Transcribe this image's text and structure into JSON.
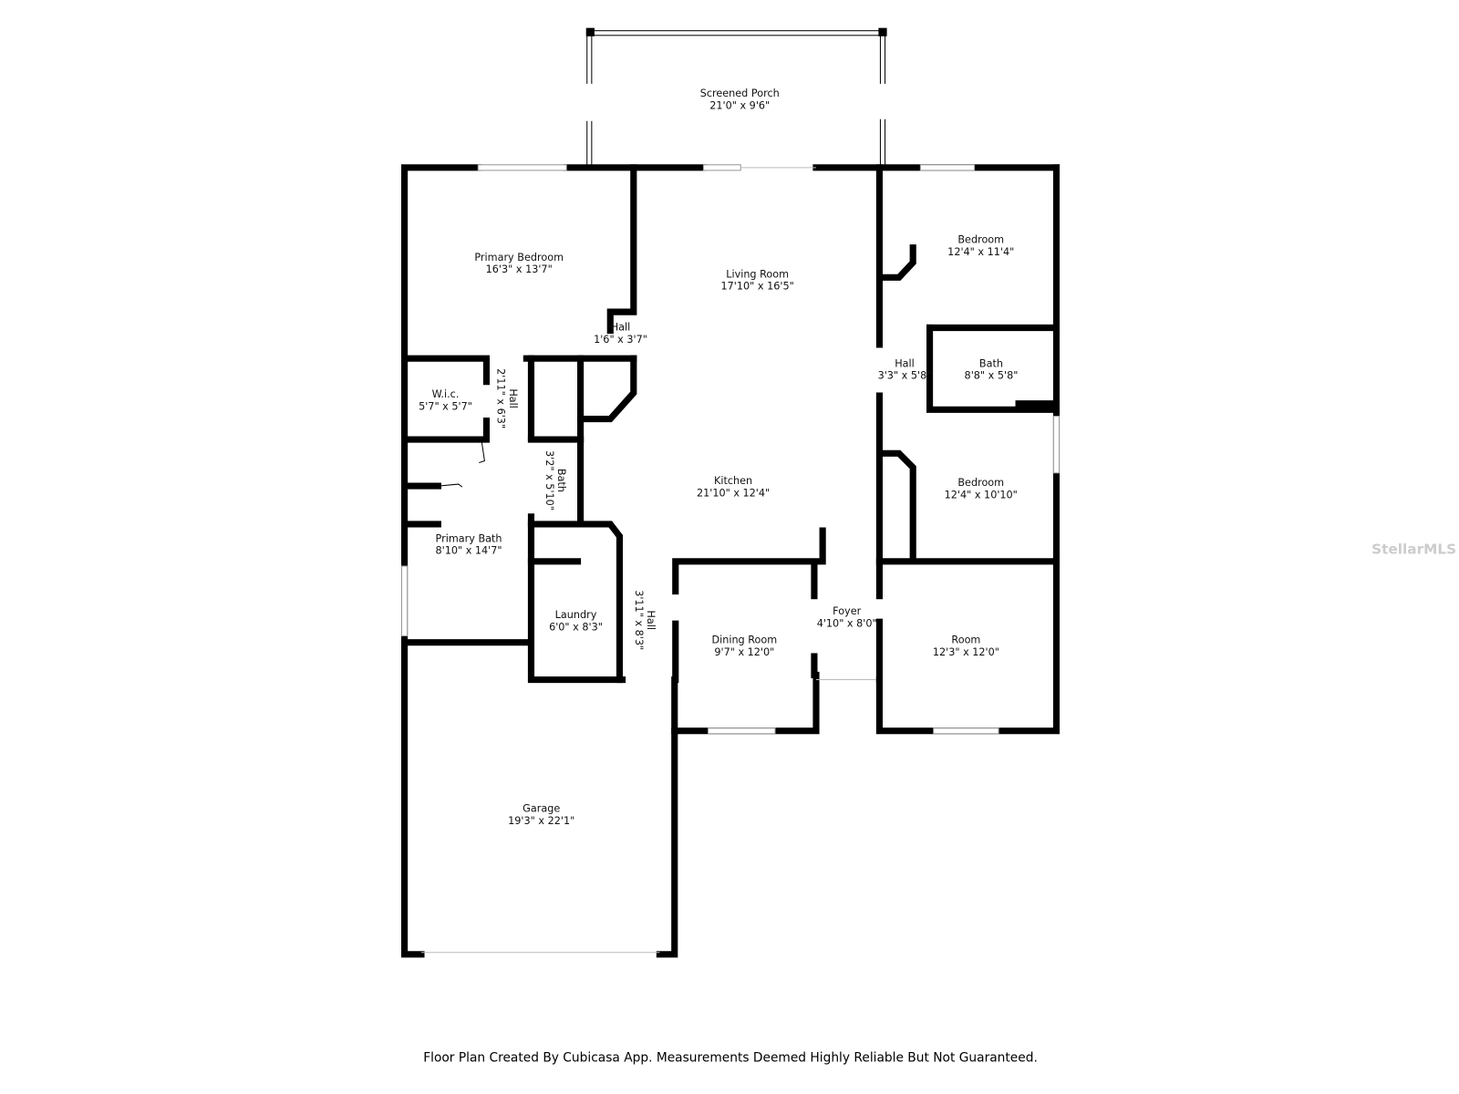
{
  "rooms": {
    "porch": {
      "name": "Screened Porch",
      "dims": "21'0\" x 9'6\""
    },
    "primary_bedroom": {
      "name": "Primary Bedroom",
      "dims": "16'3\" x 13'7\""
    },
    "living": {
      "name": "Living Room",
      "dims": "17'10\" x 16'5\""
    },
    "bedroom1": {
      "name": "Bedroom",
      "dims": "12'4\" x 11'4\""
    },
    "hall1": {
      "name": "Hall",
      "dims": "1'6\" x 3'7\""
    },
    "hall_right": {
      "name": "Hall",
      "dims": "3'3\" x 5'8\""
    },
    "bath_right": {
      "name": "Bath",
      "dims": "8'8\" x 5'8\""
    },
    "wic": {
      "name": "W.i.c.",
      "dims": "5'7\" x 5'7\""
    },
    "hall2": {
      "name": "Hall",
      "dims": "2'11\" x 6'3\""
    },
    "bath_small": {
      "name": "Bath",
      "dims": "3'2\" x 5'10\""
    },
    "kitchen": {
      "name": "Kitchen",
      "dims": "21'10\" x 12'4\""
    },
    "bedroom2": {
      "name": "Bedroom",
      "dims": "12'4\" x 10'10\""
    },
    "primary_bath": {
      "name": "Primary Bath",
      "dims": "8'10\" x 14'7\""
    },
    "laundry": {
      "name": "Laundry",
      "dims": "6'0\" x 8'3\""
    },
    "hall3": {
      "name": "Hall",
      "dims": "3'11\" x 8'3\""
    },
    "dining": {
      "name": "Dining Room",
      "dims": "9'7\" x 12'0\""
    },
    "foyer": {
      "name": "Foyer",
      "dims": "4'10\" x 8'0\""
    },
    "room": {
      "name": "Room",
      "dims": "12'3\" x 12'0\""
    },
    "garage": {
      "name": "Garage",
      "dims": "19'3\" x 22'1\""
    }
  },
  "watermark": "StellarMLS",
  "footer": "Floor Plan Created By Cubicasa App. Measurements Deemed Highly Reliable But Not Guaranteed."
}
